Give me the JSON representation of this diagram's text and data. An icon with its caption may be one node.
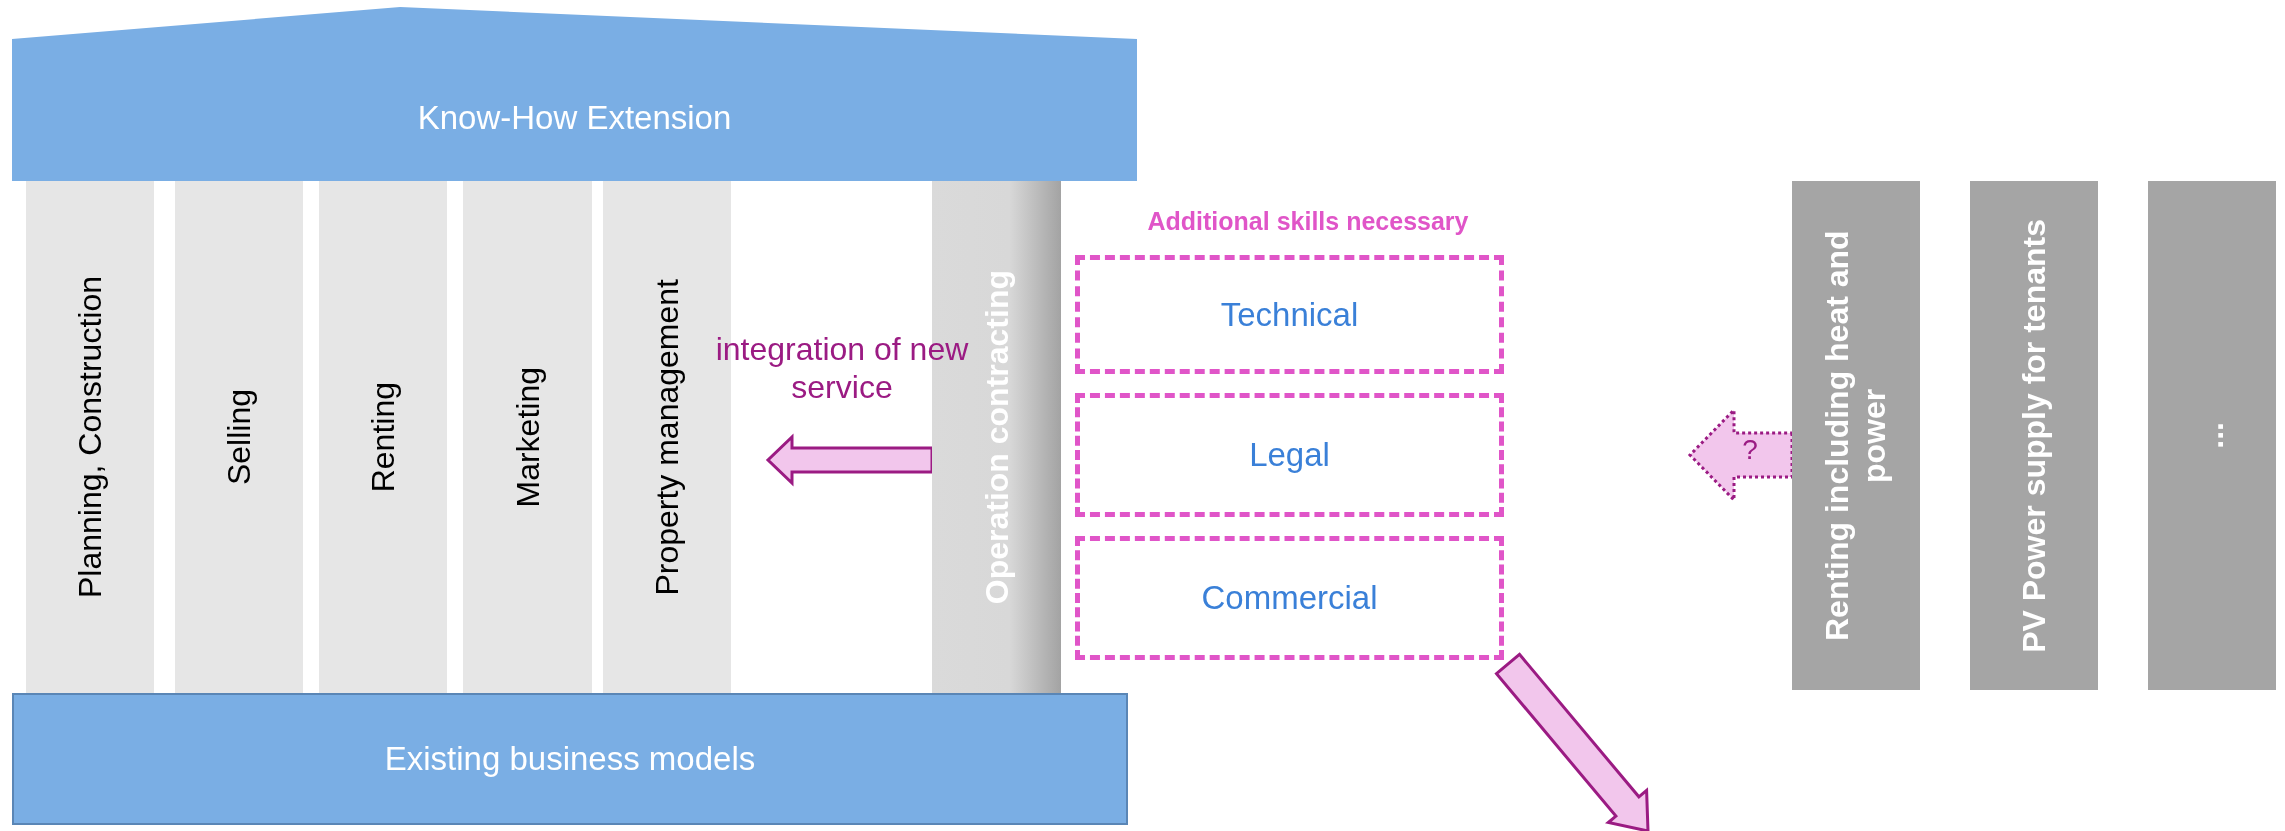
{
  "diagram": {
    "nodes": [
      {
        "text": [
          "Know-How Extension"
        ]
      },
      {
        "text": [
          "Planning, Construction"
        ]
      },
      {
        "text": [
          "Selling"
        ]
      },
      {
        "text": [
          "Renting"
        ]
      },
      {
        "text": [
          "Marketing"
        ]
      },
      {
        "text": [
          "Property management"
        ]
      },
      {
        "text": [
          "Operation contracting"
        ]
      },
      {
        "text": [
          "Existing business models"
        ]
      },
      {
        "text": [
          "Technical"
        ]
      },
      {
        "text": [
          "Legal"
        ]
      },
      {
        "text": [
          "Commercial"
        ]
      },
      {
        "text": [
          "Renting including heat and power"
        ]
      },
      {
        "text": [
          "PV Power supply for tenants"
        ]
      },
      {
        "text": [
          "..."
        ]
      }
    ],
    "edges": [
      {
        "from": 6,
        "to": null,
        "arrow": "to",
        "label": "integration of new service"
      },
      {
        "from": 11,
        "to": null,
        "arrow": "to",
        "label": "?",
        "style": "dashed"
      },
      {
        "from": 10,
        "to": null,
        "arrow": "to"
      }
    ],
    "labels": [
      "Additional skills necessary"
    ]
  }
}
